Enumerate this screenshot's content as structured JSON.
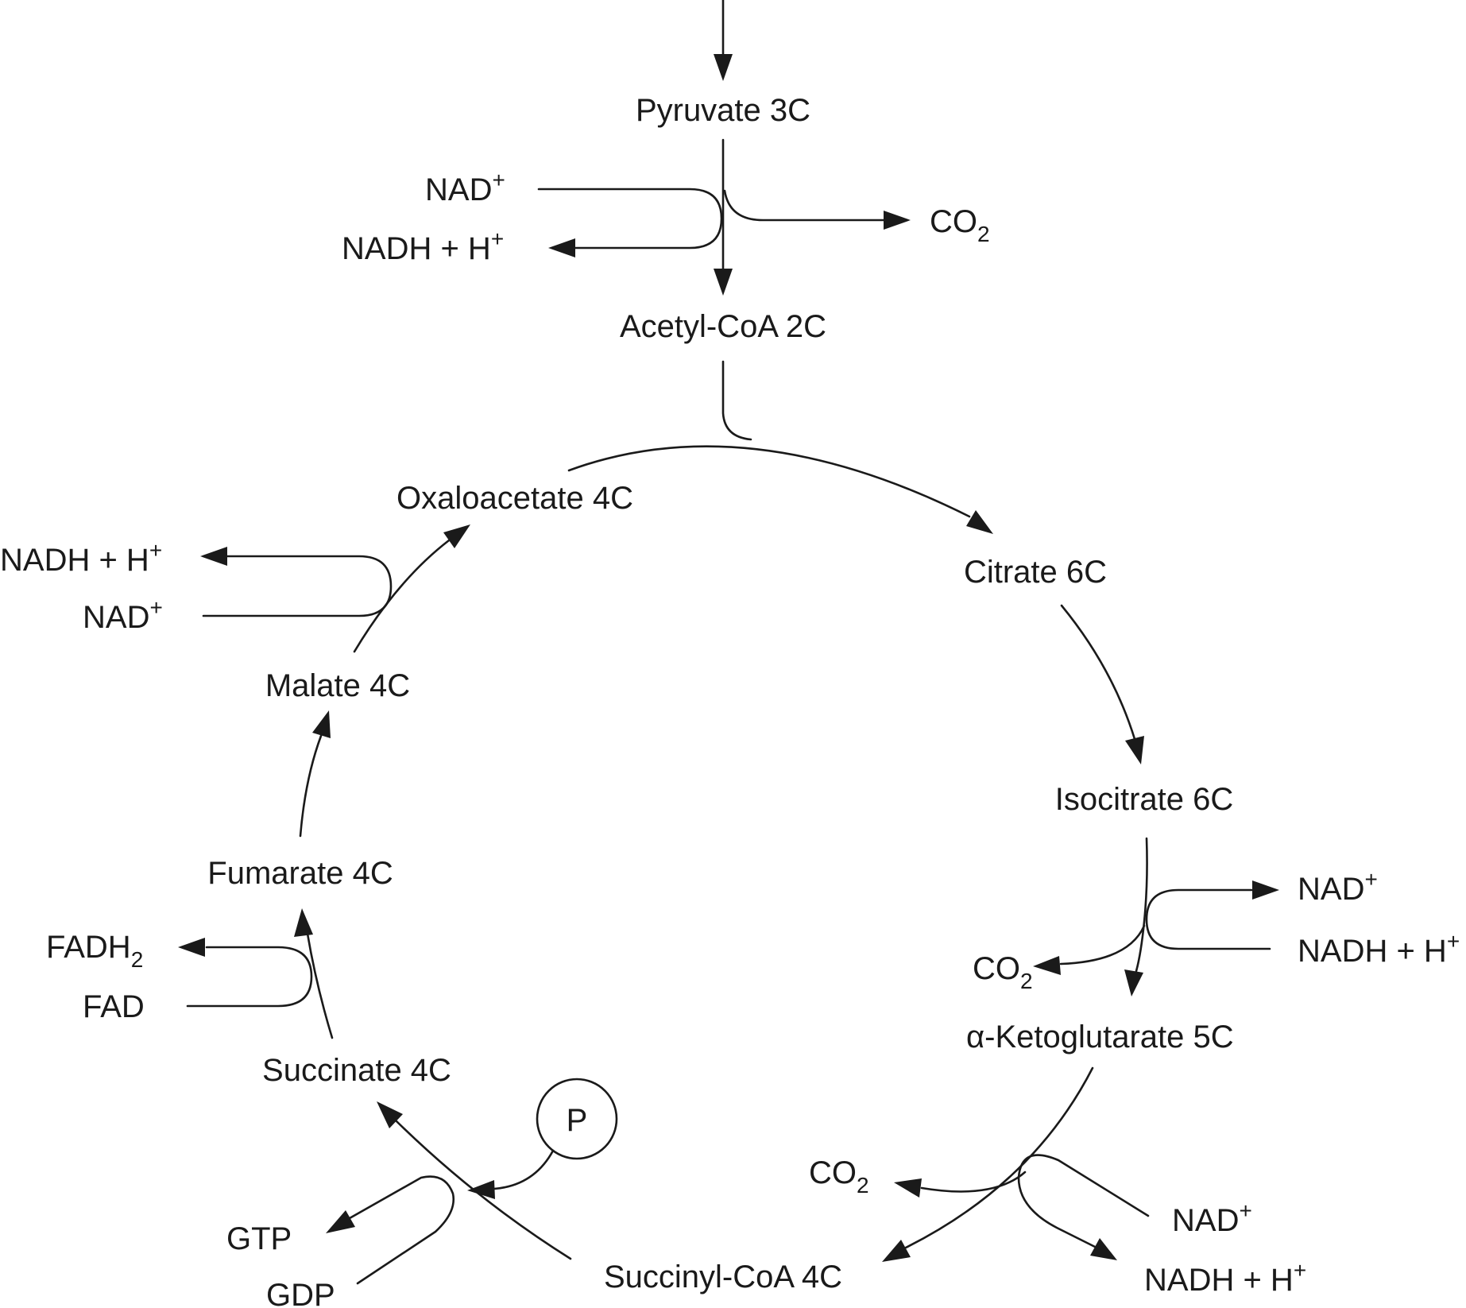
{
  "diagram": {
    "compounds": {
      "pyruvate": "Pyruvate 3C",
      "acetyl_coa": "Acetyl-CoA 2C",
      "citrate": "Citrate 6C",
      "isocitrate": "Isocitrate 6C",
      "alpha_ketoglutarate": "Ketoglutarate 5C",
      "alpha_symbol": "α-",
      "succinyl_coa": "Succinyl-CoA 4C",
      "succinate": "Succinate 4C",
      "fumarate": "Fumarate 4C",
      "malate": "Malate 4C",
      "oxaloacetate": "Oxaloacetate 4C"
    },
    "cofactors": {
      "nad": "NAD",
      "nadh_h": "NADH + H",
      "plus_sup": "+",
      "co": "CO",
      "fadh": "FADH",
      "sub_2": "2",
      "fad": "FAD",
      "gtp": "GTP",
      "gdp": "GDP",
      "phosphate": "P"
    }
  }
}
